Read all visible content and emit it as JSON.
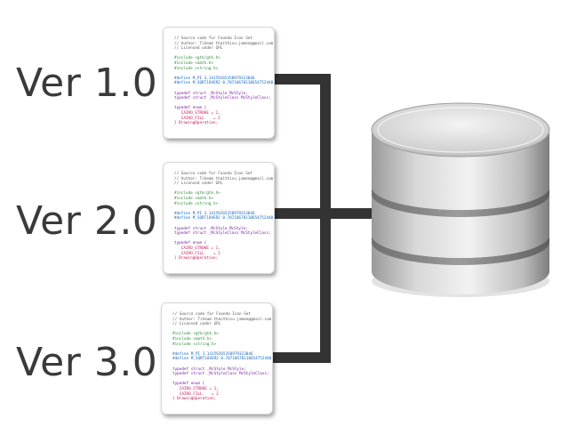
{
  "versions": [
    {
      "label": "Ver 1.0",
      "code": [
        {
          "cls": "c-comment",
          "text": "// Source code for Foonda Icon Set"
        },
        {
          "cls": "c-comment",
          "text": "// Author: Tiheam thaithisu.jamen@gmail.com;"
        },
        {
          "cls": "c-comment",
          "text": "// Licensed under GPL"
        },
        {
          "cls": "c-plain",
          "text": ""
        },
        {
          "cls": "c-pre",
          "text": "#include <gtk/gtk.h>"
        },
        {
          "cls": "c-pre",
          "text": "#include <math.h>"
        },
        {
          "cls": "c-pre",
          "text": "#include <string.h>"
        },
        {
          "cls": "c-plain",
          "text": ""
        },
        {
          "cls": "c-def",
          "text": "#define M_PI 3.14159265358979323846"
        },
        {
          "cls": "c-def",
          "text": "#define M_SQRT1OVER2 0.70710678118654752440"
        },
        {
          "cls": "c-plain",
          "text": ""
        },
        {
          "cls": "c-type",
          "text": "typedef struct _McStyle McStyle;"
        },
        {
          "cls": "c-type",
          "text": "typedef struct _McStyleClass McStyleClass;"
        },
        {
          "cls": "c-plain",
          "text": ""
        },
        {
          "cls": "c-type",
          "text": "typedef enum {"
        },
        {
          "cls": "c-enum",
          "text": "   CAIRO_STROKE = 1,"
        },
        {
          "cls": "c-enum",
          "text": "   CAIRO_FILL    = 2"
        },
        {
          "cls": "c-enum",
          "text": "} DrawingOperation;"
        }
      ]
    },
    {
      "label": "Ver 2.0",
      "code": [
        {
          "cls": "c-comment",
          "text": "// Source code for Foonda Icon Set"
        },
        {
          "cls": "c-comment",
          "text": "// Author: Tiheam thaithisu.jamen@gmail.com;"
        },
        {
          "cls": "c-comment",
          "text": "// Licensed under GPL"
        },
        {
          "cls": "c-plain",
          "text": ""
        },
        {
          "cls": "c-pre",
          "text": "#include <gtk/gtk.h>"
        },
        {
          "cls": "c-pre",
          "text": "#include <math.h>"
        },
        {
          "cls": "c-pre",
          "text": "#include <string.h>"
        },
        {
          "cls": "c-plain",
          "text": ""
        },
        {
          "cls": "c-def",
          "text": "#define M_PI 3.14159265358979323846"
        },
        {
          "cls": "c-def",
          "text": "#define M_SQRT1OVER2 0.70710678118654752440"
        },
        {
          "cls": "c-plain",
          "text": ""
        },
        {
          "cls": "c-type",
          "text": "typedef struct _McStyle McStyle;"
        },
        {
          "cls": "c-type",
          "text": "typedef struct _McStyleClass McStyleClass;"
        },
        {
          "cls": "c-plain",
          "text": ""
        },
        {
          "cls": "c-type",
          "text": "typedef enum {"
        },
        {
          "cls": "c-enum",
          "text": "   CAIRO_STROKE = 1,"
        },
        {
          "cls": "c-enum",
          "text": "   CAIRO_FILL    = 2"
        },
        {
          "cls": "c-enum",
          "text": "} DrawingOperation;"
        }
      ]
    },
    {
      "label": "Ver 3.0",
      "code": [
        {
          "cls": "c-comment",
          "text": "// Source code for Foonda Icon Set"
        },
        {
          "cls": "c-comment",
          "text": "// Author: Tiheam thaithisu.jamen@gmail.com;"
        },
        {
          "cls": "c-comment",
          "text": "// Licensed under GPL"
        },
        {
          "cls": "c-plain",
          "text": ""
        },
        {
          "cls": "c-pre",
          "text": "#include <gtk/gtk.h>"
        },
        {
          "cls": "c-pre",
          "text": "#include <math.h>"
        },
        {
          "cls": "c-pre",
          "text": "#include <string.h>"
        },
        {
          "cls": "c-plain",
          "text": ""
        },
        {
          "cls": "c-def",
          "text": "#define M_PI 3.14159265358979323846"
        },
        {
          "cls": "c-def",
          "text": "#define M_SQRT1OVER2 0.70710678118654752440"
        },
        {
          "cls": "c-plain",
          "text": ""
        },
        {
          "cls": "c-type",
          "text": "typedef struct _McStyle McStyle;"
        },
        {
          "cls": "c-type",
          "text": "typedef struct _McStyleClass McStyleClass;"
        },
        {
          "cls": "c-plain",
          "text": ""
        },
        {
          "cls": "c-type",
          "text": "typedef enum {"
        },
        {
          "cls": "c-enum",
          "text": "   CAIRO_STROKE = 1,"
        },
        {
          "cls": "c-enum",
          "text": "   CAIRO_FILL    = 2"
        },
        {
          "cls": "c-enum",
          "text": "} DrawingOperation;"
        }
      ]
    }
  ],
  "database": {
    "icon": "database-icon"
  },
  "colors": {
    "connector": "#333333",
    "label": "#3a3a3a",
    "db_light": "#e2e2e2",
    "db_dark": "#8a8a8a"
  }
}
